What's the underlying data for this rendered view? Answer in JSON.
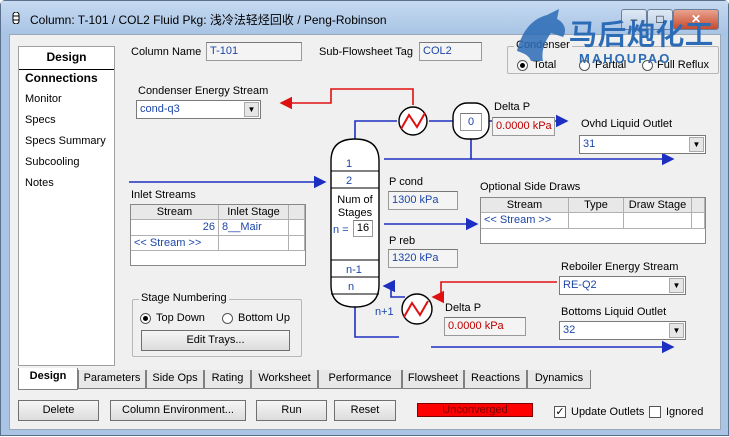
{
  "window": {
    "title": "Column: T-101 / COL2   Fluid Pkg: 浅冷法轻烃回收 / Peng-Robinson",
    "min_label": "–",
    "max_label": "□",
    "close_label": "✕"
  },
  "watermark": {
    "cn": "马后炮化工",
    "en": "MAHOUPAO"
  },
  "nav": {
    "title": "Design",
    "items": [
      "Connections",
      "Monitor",
      "Specs",
      "Specs Summary",
      "Subcooling",
      "Notes"
    ],
    "selected": "Connections"
  },
  "header": {
    "column_name_label": "Column Name",
    "column_name": "T-101",
    "subflowsheet_label": "Sub-Flowsheet Tag",
    "subflowsheet": "COL2"
  },
  "condenser": {
    "group_label": "Condenser",
    "options": [
      "Total",
      "Partial",
      "Full Reflux"
    ],
    "selected": "Total",
    "energy_label": "Condenser Energy Stream",
    "energy_value": "cond-q3",
    "delta_p_label": "Delta P",
    "delta_p": "0.0000 kPa",
    "drum_value": "0"
  },
  "ovhd": {
    "label": "Ovhd Liquid Outlet",
    "value": "31"
  },
  "column": {
    "stages": [
      "1",
      "2",
      "n-1",
      "n"
    ],
    "num_label": "Num of Stages",
    "n_label": "n =",
    "n_value": "16",
    "n_plus_1": "n+1",
    "p_cond_label": "P cond",
    "p_cond": "1300 kPa",
    "p_reb_label": "P reb",
    "p_reb": "1320 kPa"
  },
  "inlet": {
    "label": "Inlet Streams",
    "headers": [
      "Stream",
      "Inlet Stage"
    ],
    "rows": [
      {
        "stream": "26",
        "stage": "8__Mair"
      }
    ],
    "placeholder": "<< Stream >>"
  },
  "side_draws": {
    "label": "Optional Side Draws",
    "headers": [
      "Stream",
      "Type",
      "Draw Stage"
    ],
    "placeholder": "<< Stream >>"
  },
  "reboiler": {
    "energy_label": "Reboiler Energy Stream",
    "energy_value": "RE-Q2",
    "delta_p_label": "Delta P",
    "delta_p": "0.0000 kPa"
  },
  "bottoms": {
    "label": "Bottoms Liquid Outlet",
    "value": "32"
  },
  "stage_numbering": {
    "group_label": "Stage Numbering",
    "options": [
      "Top Down",
      "Bottom Up"
    ],
    "selected": "Top Down",
    "edit_trays": "Edit Trays..."
  },
  "tabs": {
    "items": [
      "Design",
      "Parameters",
      "Side Ops",
      "Rating",
      "Worksheet",
      "Performance",
      "Flowsheet",
      "Reactions",
      "Dynamics"
    ],
    "active": "Design"
  },
  "footer": {
    "delete": "Delete",
    "column_env": "Column Environment...",
    "run": "Run",
    "reset": "Reset",
    "status": "Unconverged",
    "update_outlets": "Update Outlets",
    "update_checked": true,
    "ignored": "Ignored",
    "ignored_checked": false
  },
  "colors": {
    "stream_blue": "#1d2fc0",
    "energy_red": "#e01010",
    "status_red": "#ff0000"
  }
}
